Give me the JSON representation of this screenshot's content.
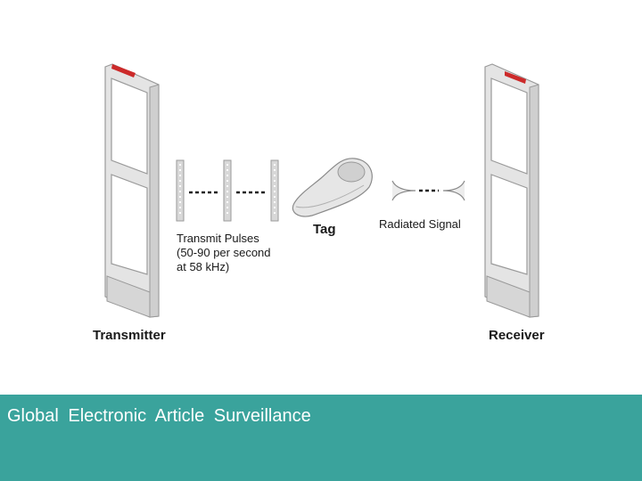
{
  "diagram": {
    "transmitter_label": "Transmitter",
    "receiver_label": "Receiver",
    "tag_label": "Tag",
    "pulse_lines": [
      "Transmit Pulses",
      "(50-90 per second",
      "at 58 kHz)"
    ],
    "signal_label": "Radiated Signal"
  },
  "footer": {
    "title": "Global Electronic Article Surveillance"
  },
  "colors": {
    "footer_bg": "#3aa39c",
    "gate_indicator": "#cc2a2a"
  }
}
